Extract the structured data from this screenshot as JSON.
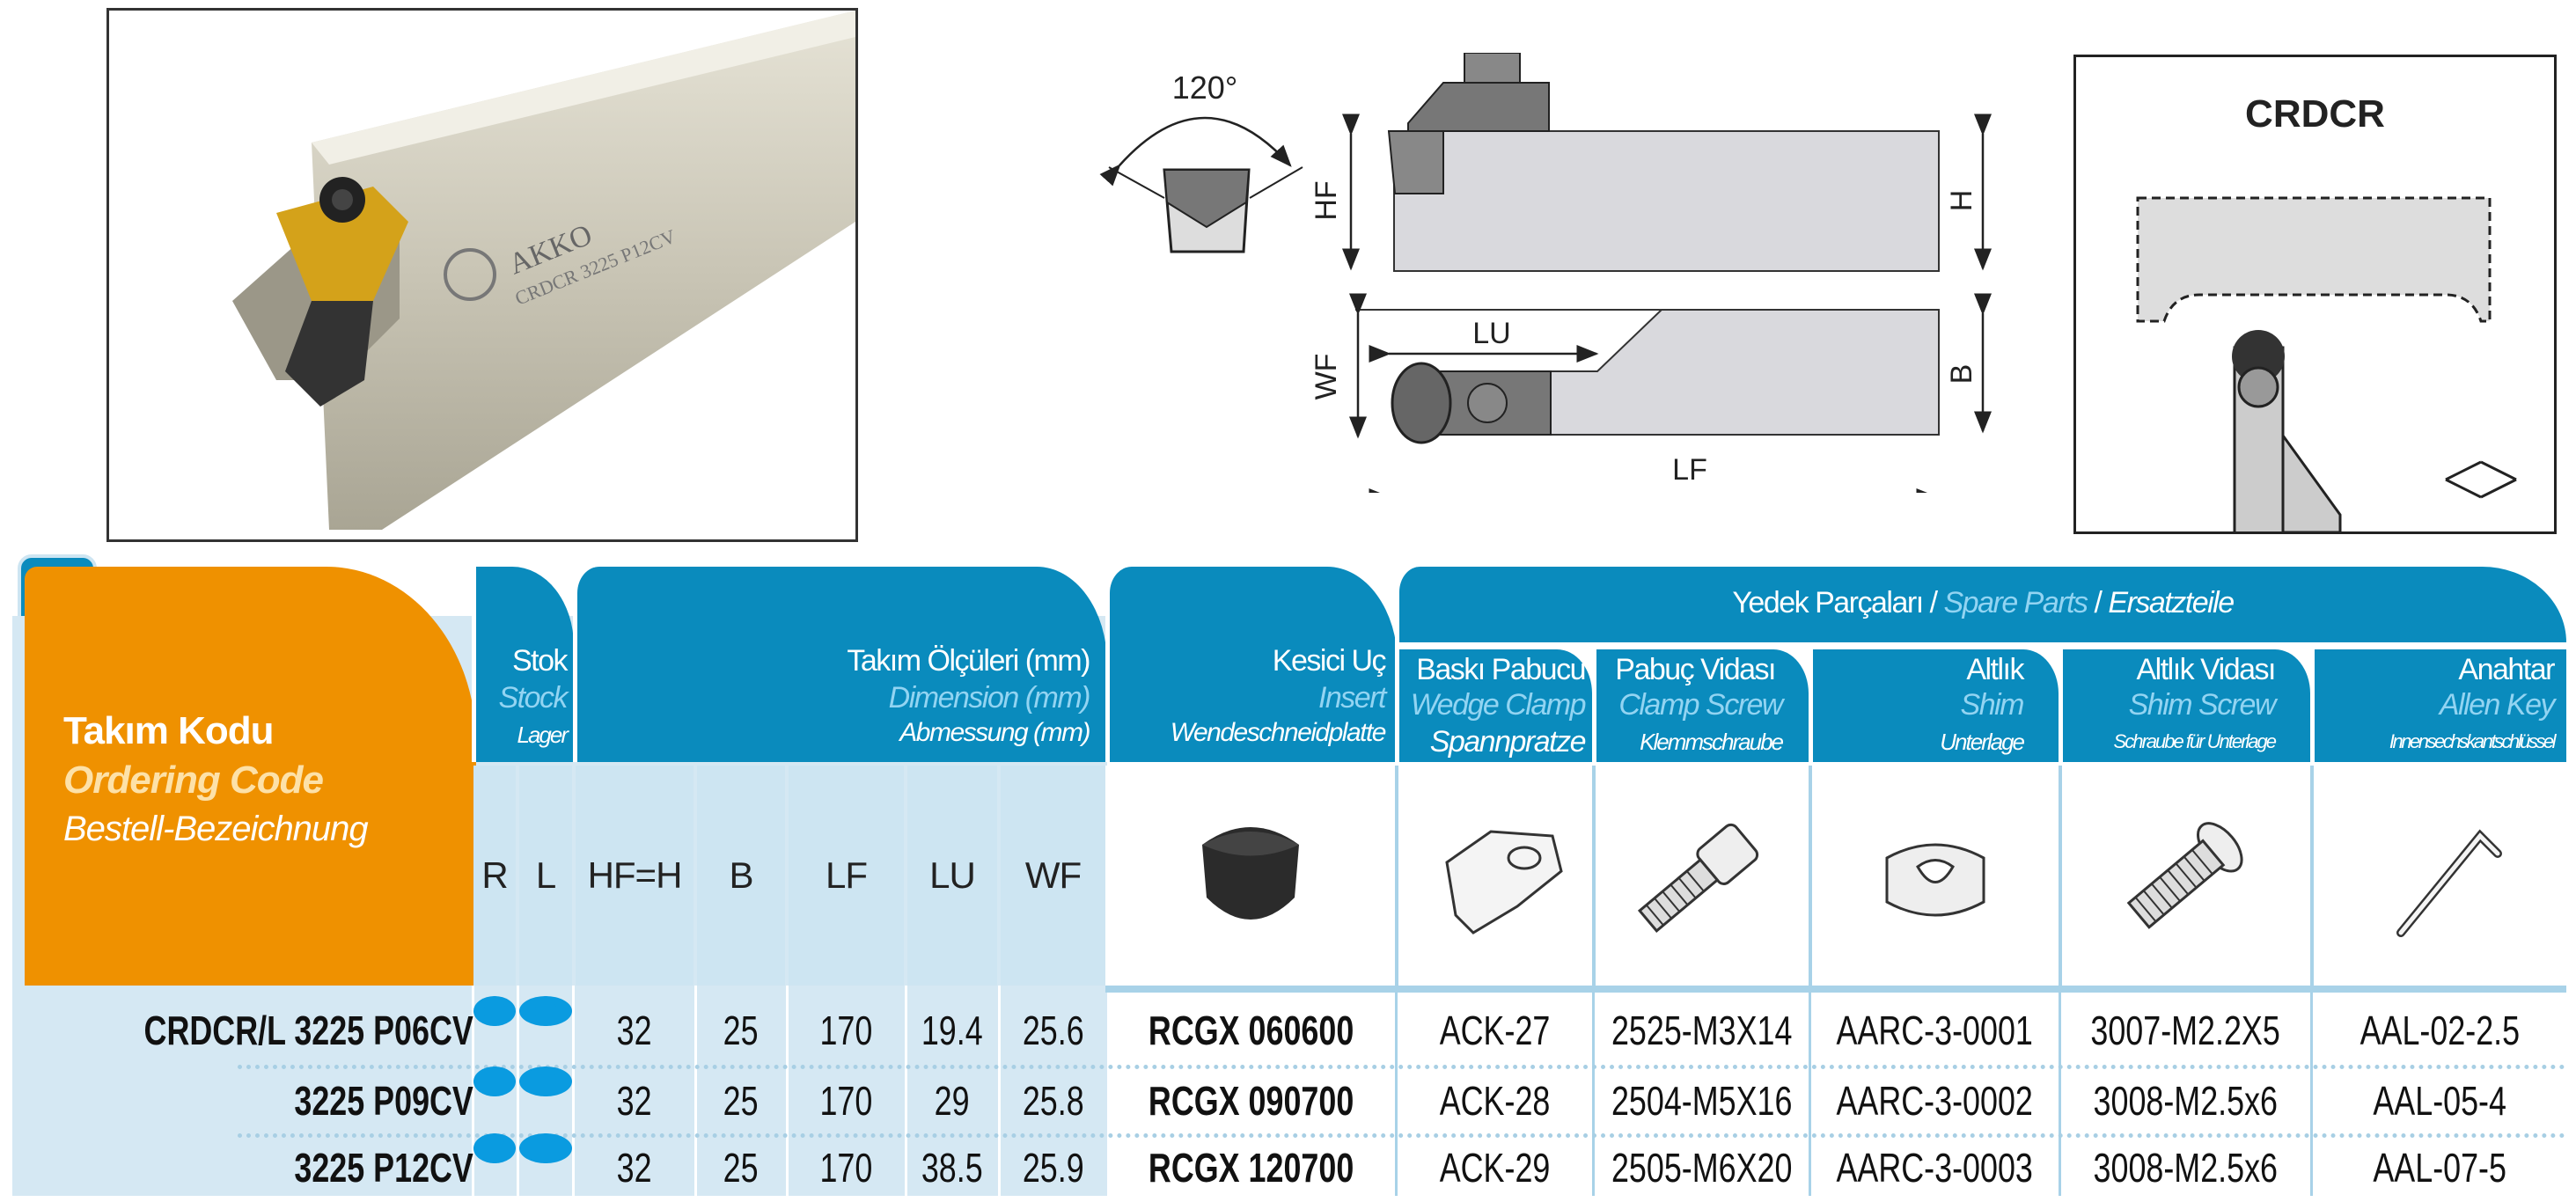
{
  "photo": {
    "brand": "AKKO",
    "engraving": "CRDCR 3225 P12CV"
  },
  "diagram": {
    "angle": "120°",
    "labels": {
      "hf": "HF",
      "h": "H",
      "wf": "WF",
      "lu": "LU",
      "b": "B",
      "lf": "LF"
    }
  },
  "schematic": {
    "title": "CRDCR"
  },
  "header": {
    "code": {
      "tr": "Takım Kodu",
      "en": "Ordering Code",
      "de": "Bestell-Bezeichnung"
    },
    "stock": {
      "tr": "Stok",
      "en": "Stock",
      "de": "Lager"
    },
    "dimension": {
      "tr": "Takım Ölçüleri (mm)",
      "en": "Dimension (mm)",
      "de": "Abmessung (mm)"
    },
    "insert": {
      "tr": "Kesici Uç",
      "en": "Insert",
      "de": "Wendeschneidplatte"
    },
    "spare": {
      "tr": "Yedek Parçaları",
      "sep": "/",
      "en": "Spare Parts",
      "de": "Ersatzteile"
    },
    "wedge": {
      "tr": "Baskı Pabucu",
      "en": "Wedge Clamp",
      "de": "Spannpratze"
    },
    "clamp_screw": {
      "tr": "Pabuç Vidası",
      "en": "Clamp Screw",
      "de": "Klemmschraube"
    },
    "shim": {
      "tr": "Altlık",
      "en": "Shim",
      "de": "Unterlage"
    },
    "shim_screw": {
      "tr": "Altlık Vidası",
      "en": "Shim Screw",
      "de": "Schraube für Unterlage"
    },
    "key": {
      "tr": "Anahtar",
      "en": "Allen Key",
      "de": "Innensechskantschlüssel"
    },
    "columns": [
      "R",
      "L",
      "HF=H",
      "B",
      "LF",
      "LU",
      "WF"
    ]
  },
  "accent": {
    "blue": "#0a8bbd",
    "orange": "#ef9100",
    "stock_dot": "#0a9be0"
  },
  "rows": [
    {
      "code": "CRDCR/L 3225 P06CV",
      "r": true,
      "l": true,
      "hf": "32",
      "b": "25",
      "lf": "170",
      "lu": "19.4",
      "wf": "25.6",
      "insert": "RCGX 060600",
      "wedge": "ACK-27",
      "clamp_screw": "2525-M3X14",
      "shim": "AARC-3-0001",
      "shim_screw": "3007-M2.2X5",
      "key": "AAL-02-2.5"
    },
    {
      "code": "3225 P09CV",
      "r": true,
      "l": true,
      "hf": "32",
      "b": "25",
      "lf": "170",
      "lu": "29",
      "wf": "25.8",
      "insert": "RCGX 090700",
      "wedge": "ACK-28",
      "clamp_screw": "2504-M5X16",
      "shim": "AARC-3-0002",
      "shim_screw": "3008-M2.5x6",
      "key": "AAL-05-4"
    },
    {
      "code": "3225 P12CV",
      "r": true,
      "l": true,
      "hf": "32",
      "b": "25",
      "lf": "170",
      "lu": "38.5",
      "wf": "25.9",
      "insert": "RCGX 120700",
      "wedge": "ACK-29",
      "clamp_screw": "2505-M6X20",
      "shim": "AARC-3-0003",
      "shim_screw": "3008-M2.5x6",
      "key": "AAL-07-5"
    }
  ]
}
